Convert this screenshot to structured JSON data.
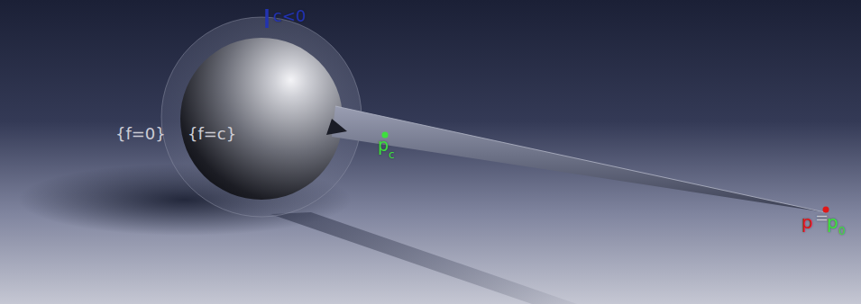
{
  "diagram": {
    "nodes": [
      {
        "text": [
          "{f=0}"
        ]
      },
      {
        "text": [
          "{f=c}"
        ],
        "in": 0
      }
    ],
    "labels": [
      "c<0",
      "p",
      "c",
      "p",
      "=",
      "p",
      "0"
    ]
  }
}
